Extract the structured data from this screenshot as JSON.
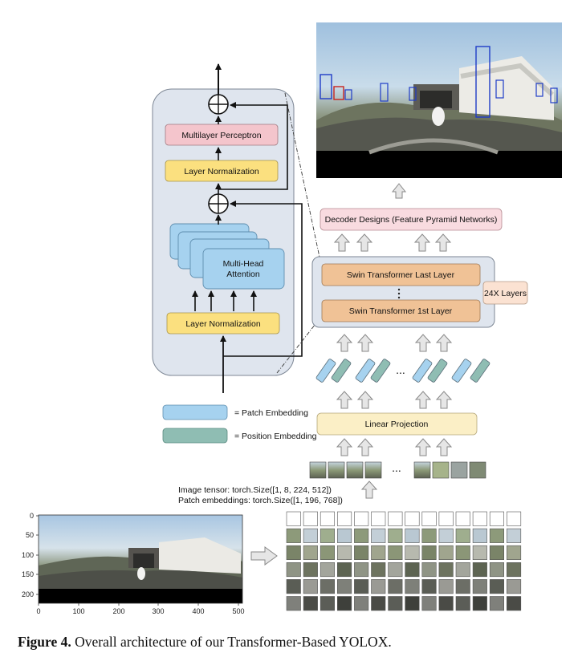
{
  "encoder_block": {
    "mlp_label": "Multilayer Perceptron",
    "layer_norm_top_label": "Layer Normalization",
    "attention_label_line1": "Multi-Head",
    "attention_label_line2": "Attention",
    "layer_norm_bottom_label": "Layer Normalization"
  },
  "pipeline": {
    "decoder_label": "Decoder Designs (Feature Pyramid Networks)",
    "swin_last_label": "Swin Transformer Last Layer",
    "swin_first_label": "Swin Transformer 1st Layer",
    "layers_badge": "24X Layers",
    "linear_projection_label": "Linear Projection",
    "ellipsis": "..."
  },
  "legend": {
    "patch_embedding": "= Patch Embedding",
    "position_embedding": "= Position Embedding"
  },
  "tensor_info": {
    "image_tensor": "Image tensor: torch.Size([1, 8, 224, 512])",
    "patch_embeddings": "Patch embeddings: torch.Size([1, 196, 768])"
  },
  "input_plot": {
    "y_ticks": [
      "0",
      "50",
      "100",
      "150",
      "200"
    ],
    "x_ticks": [
      "0",
      "100",
      "200",
      "300",
      "400",
      "500"
    ]
  },
  "caption": {
    "label": "Figure 4.",
    "text": " Overall architecture of our Transformer-Based YOLOX."
  },
  "colors": {
    "block_bg": "#dfe5ee",
    "mlp": "#f4c5cc",
    "layer_norm": "#fbe07f",
    "attention": "#a6d2ef",
    "swin": "#f0c296",
    "decoder": "#f9dbe0",
    "linear": "#fbefc6",
    "patch_embed": "#a6d2ef",
    "pos_embed": "#8fbdb3"
  }
}
